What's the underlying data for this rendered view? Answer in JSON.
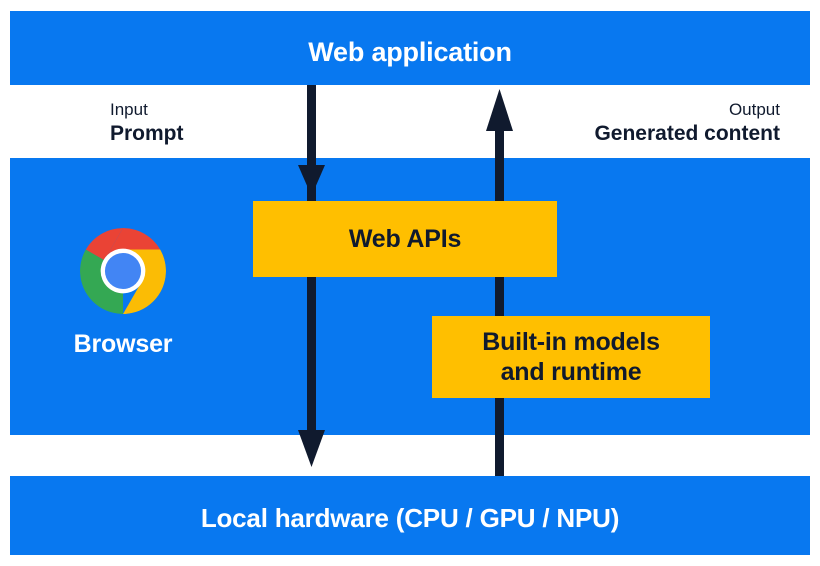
{
  "diagram": {
    "title": "Web application",
    "bands": {
      "top": {
        "label": "Web application"
      },
      "middle": {
        "browser_caption": "Browser"
      },
      "bottom": {
        "label": "Local hardware (CPU / GPU / NPU)"
      }
    },
    "flows": {
      "input": {
        "kind": "Input",
        "value": "Prompt"
      },
      "output": {
        "kind": "Output",
        "value": "Generated content"
      }
    },
    "boxes": [
      {
        "id": "web-apis",
        "label": "Web APIs"
      },
      {
        "id": "builtin-models",
        "label": "Built-in models\nand runtime"
      }
    ],
    "icons": {
      "browser": "chrome-logo",
      "arrow_down": "arrow-down-icon",
      "arrow_up": "arrow-up-icon"
    },
    "colors": {
      "blue": "#0878F0",
      "yellow": "#FFBF00",
      "navy": "#101A2E",
      "white": "#FFFFFF",
      "chrome_red": "#EA4335",
      "chrome_yellow": "#FBBC05",
      "chrome_green": "#34A853",
      "chrome_blue": "#4285F4"
    }
  }
}
